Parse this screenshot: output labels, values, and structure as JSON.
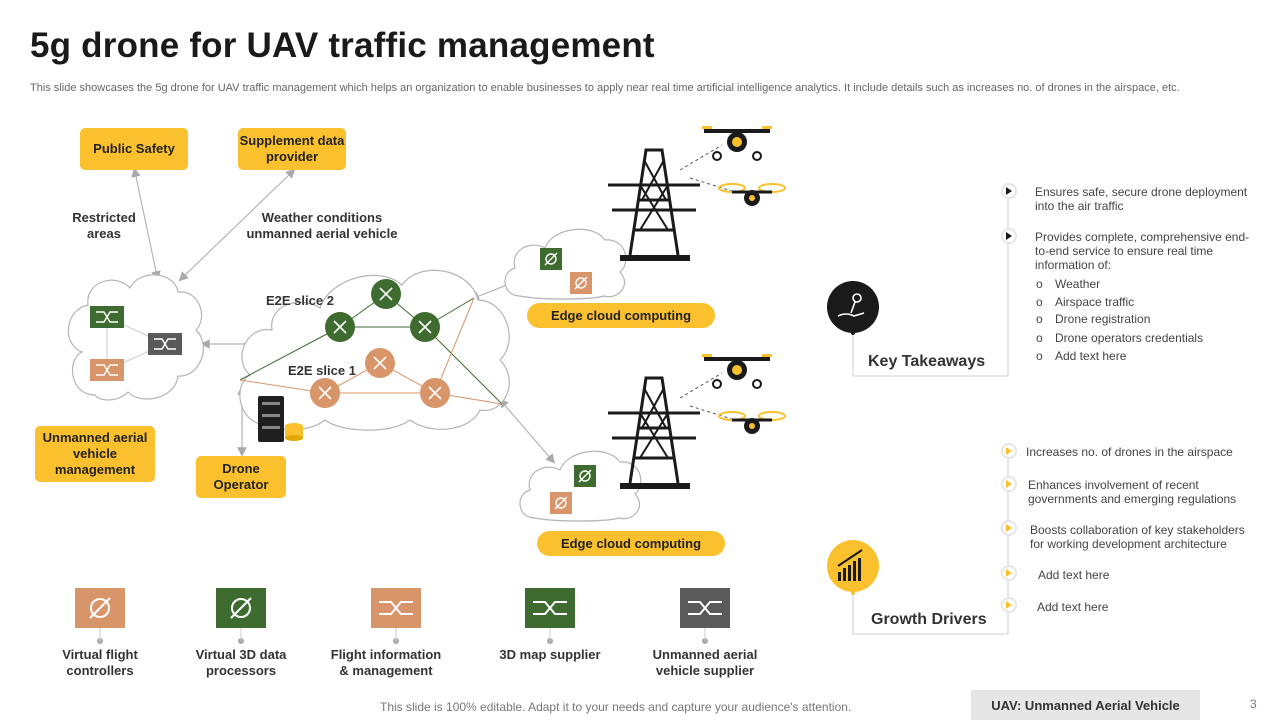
{
  "title": "5g drone for UAV traffic management",
  "subtitle": "This slide showcases the 5g drone for UAV traffic management which helps an organization to enable businesses to apply near real time artificial intelligence analytics. It include details such as increases no. of drones in the airspace, etc.",
  "diagram": {
    "public_safety": "Public Safety",
    "supplement_data_provider": "Supplement data provider",
    "restricted_areas": "Restricted areas",
    "weather_conditions": "Weather conditions unmanned aerial vehicle",
    "e2e_slice_2": "E2E slice 2",
    "e2e_slice_1": "E2E slice 1",
    "uav_management": "Unmanned aerial vehicle management",
    "drone_operator": "Drone Operator",
    "edge_cloud_top": "Edge cloud computing",
    "edge_cloud_bottom": "Edge cloud computing"
  },
  "legend": [
    {
      "label": "Virtual flight controllers",
      "color": "#d9956a",
      "icon": "slash-circle-icon"
    },
    {
      "label": "Virtual 3D data processors",
      "color": "#3e6b2f",
      "icon": "slash-circle-icon"
    },
    {
      "label": "Flight information & management",
      "color": "#d9956a",
      "icon": "switch-arrows-icon"
    },
    {
      "label": "3D map supplier",
      "color": "#3e6b2f",
      "icon": "switch-arrows-icon"
    },
    {
      "label": "Unmanned aerial vehicle supplier",
      "color": "#5a5a5a",
      "icon": "switch-arrows-icon"
    }
  ],
  "key_takeaways": {
    "title": "Key Takeaways",
    "icon": "hand-key-icon",
    "points": [
      "Ensures safe, secure drone deployment into the air traffic",
      "Provides complete, comprehensive end-to-end service to ensure real time information of:"
    ],
    "sub_points": [
      "Weather",
      "Airspace traffic",
      "Drone registration",
      "Drone operators credentials",
      "Add text here"
    ]
  },
  "growth_drivers": {
    "title": "Growth Drivers",
    "icon": "bar-growth-icon",
    "points": [
      "Increases no. of drones in the airspace",
      "Enhances involvement of recent governments and emerging regulations",
      "Boosts collaboration of key stakeholders for working development architecture",
      "Add text here",
      "Add text here"
    ]
  },
  "footer": {
    "note": "This slide is 100% editable. Adapt it to your needs and capture your audience's attention.",
    "abbrev": "UAV: Unmanned Aerial Vehicle",
    "page": "3"
  },
  "colors": {
    "accent": "#fbc02d",
    "green": "#3e6b2f",
    "tan": "#d9956a",
    "gray": "#5a5a5a"
  }
}
